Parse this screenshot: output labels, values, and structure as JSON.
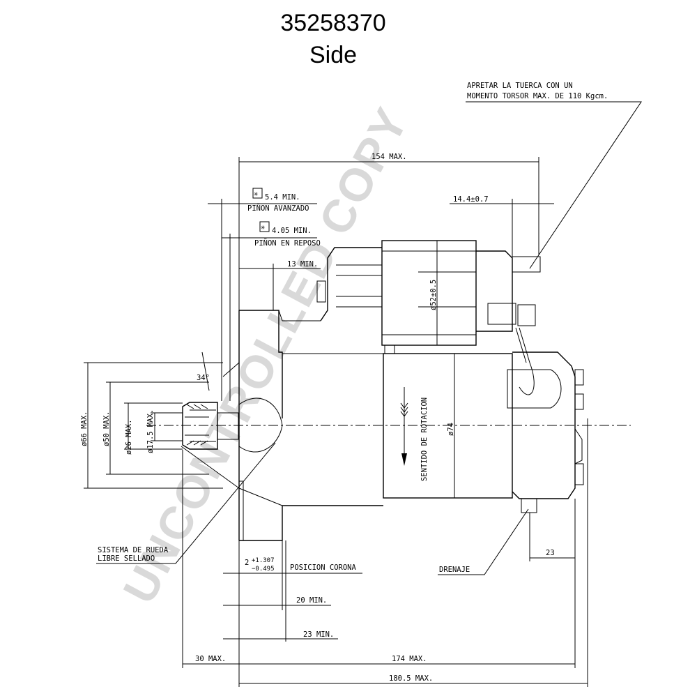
{
  "title": "35258370",
  "subtitle": "Side",
  "watermark": "UNCONTROLLED COPY",
  "notes": {
    "torque_line1": "APRETAR LA TUERCA CON UN",
    "torque_line2": "MOMENTO TORSOR MAX. DE 110 Kgcm.",
    "pinion_advanced_value": "5.4 MIN.",
    "pinion_advanced_label": "PIÑON AVANZADO",
    "pinion_rest_value": "4.05 MIN.",
    "pinion_rest_label": "PIÑON EN REPOSO",
    "rotation": "SENTIDO DE ROTACION",
    "freewheel_line1": "SISTEMA DE RUEDA",
    "freewheel_line2": "LIBRE SELLADO",
    "crown_position": "POSICION CORONA",
    "drain": "DRENAJE",
    "star_symbol": "✳"
  },
  "dimensions": {
    "overall_top": "154 MAX.",
    "stud": "14.4±0.7",
    "clearance": "13 MIN.",
    "solenoid_dia": "ø52±0.5",
    "body_dia": "ø74",
    "angle": "34°",
    "d66": "ø66 MAX.",
    "d50": "ø50 MAX.",
    "d26": "ø26 MAX.",
    "d17": "ø17.5 MAX.",
    "crown_base": "2",
    "crown_tol_upper": "+1.307",
    "crown_tol_lower": "−0.495",
    "min20": "20 MIN.",
    "min23": "23 MIN.",
    "drain_dist": "23",
    "max30": "30 MAX.",
    "max174": "174 MAX.",
    "max180": "180.5 MAX."
  }
}
